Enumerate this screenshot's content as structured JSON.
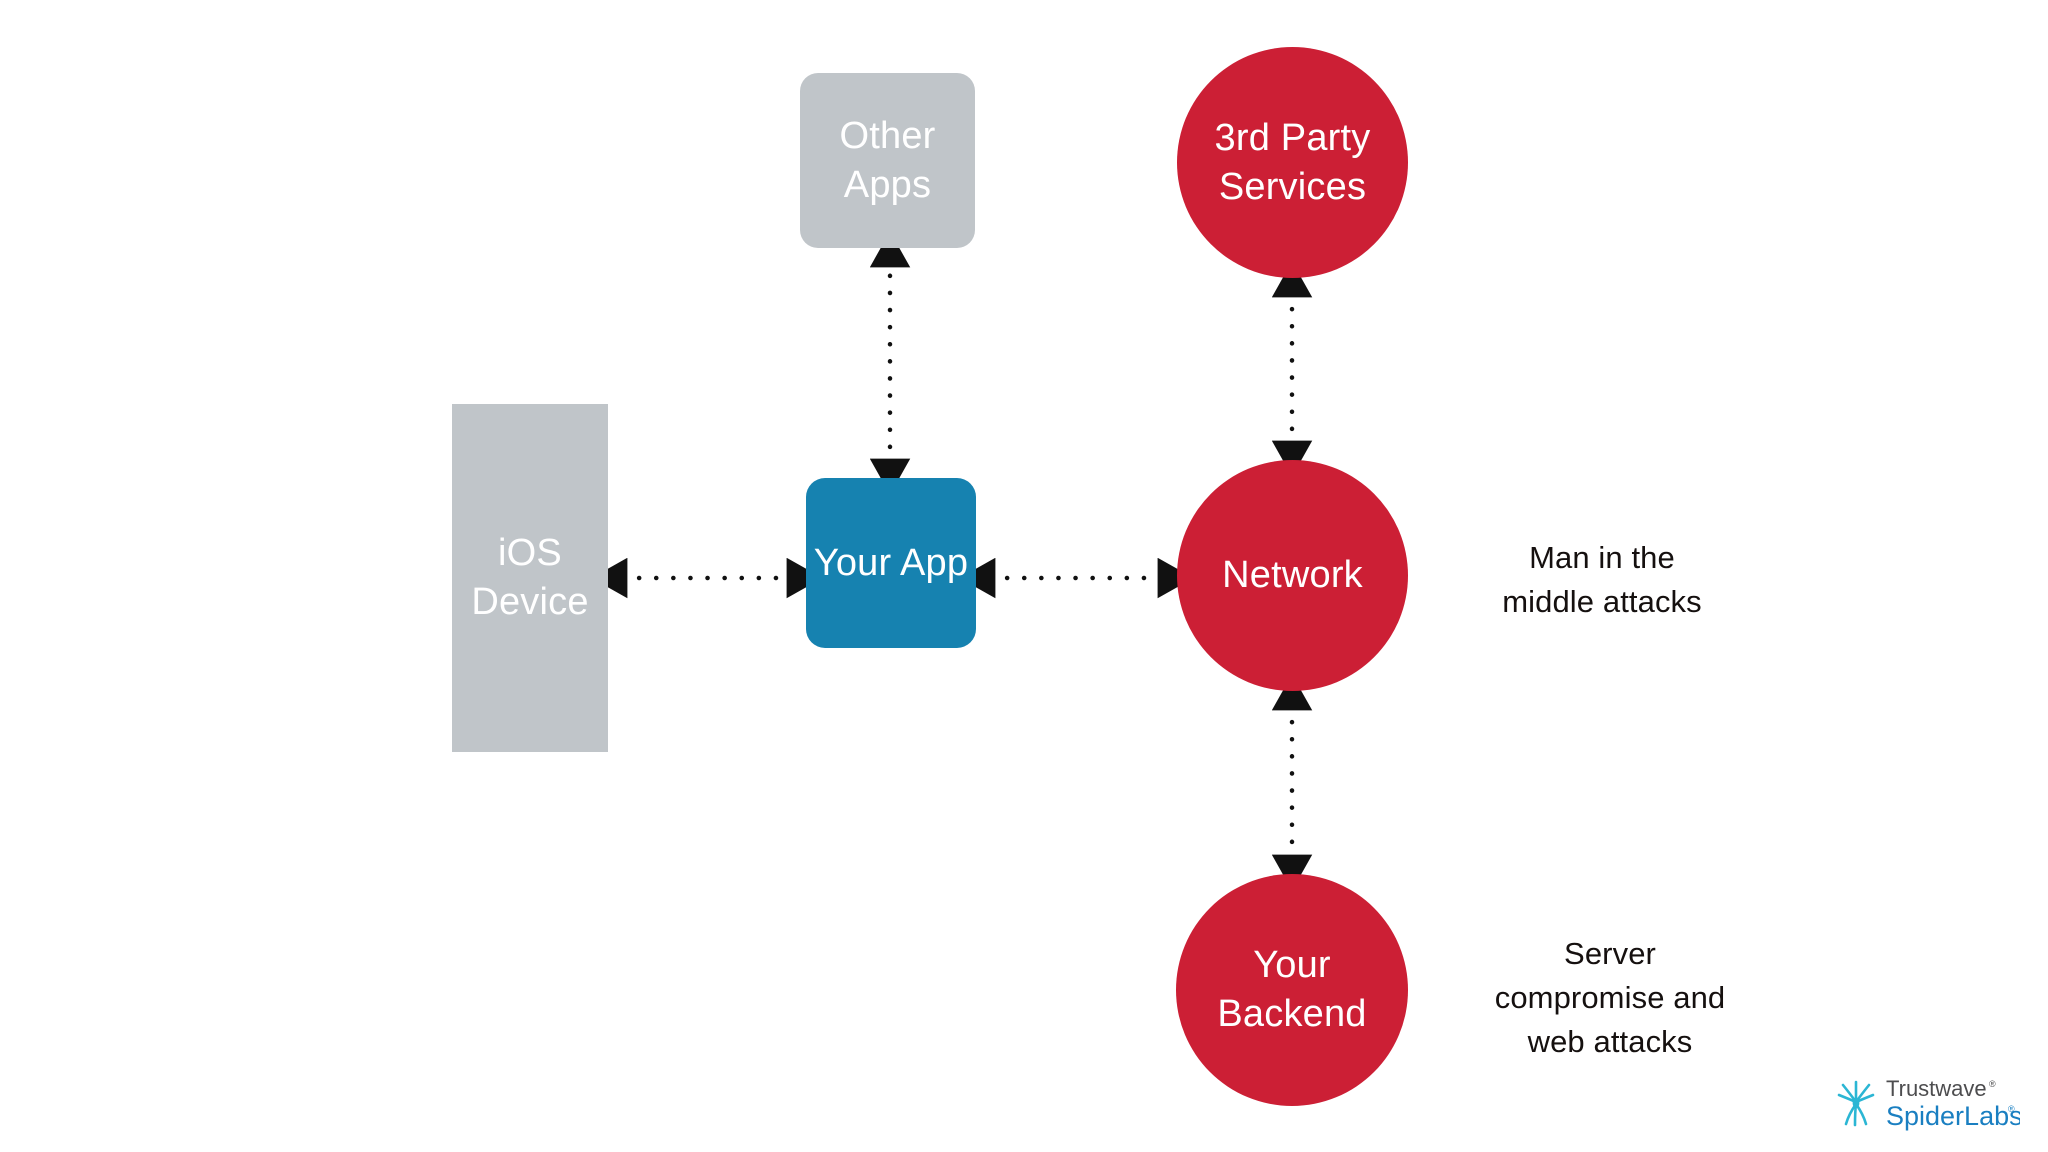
{
  "diagram": {
    "nodes": {
      "ios_device": {
        "label": "iOS\nDevice",
        "color": "#c0c5c9",
        "shape": "rectangle"
      },
      "other_apps": {
        "label": "Other\nApps",
        "color": "#c0c5c9",
        "shape": "rounded-rectangle"
      },
      "your_app": {
        "label": "Your App",
        "color": "#1682b0",
        "shape": "rounded-rectangle"
      },
      "third_party_services": {
        "label": "3rd Party\nServices",
        "color": "#cc1f35",
        "shape": "circle"
      },
      "network": {
        "label": "Network",
        "color": "#cc1f35",
        "shape": "circle"
      },
      "your_backend": {
        "label": "Your\nBackend",
        "color": "#cc1f35",
        "shape": "circle"
      }
    },
    "annotations": {
      "mitm": "Man in the\nmiddle attacks",
      "server": "Server\ncompromise and\nweb attacks"
    },
    "connectors": [
      {
        "from": "ios_device",
        "to": "your_app",
        "style": "dotted",
        "arrows": "both",
        "orientation": "horizontal"
      },
      {
        "from": "your_app",
        "to": "other_apps",
        "style": "dotted",
        "arrows": "both",
        "orientation": "vertical"
      },
      {
        "from": "your_app",
        "to": "network",
        "style": "dotted",
        "arrows": "both",
        "orientation": "horizontal"
      },
      {
        "from": "network",
        "to": "third_party_services",
        "style": "dotted",
        "arrows": "both",
        "orientation": "vertical"
      },
      {
        "from": "network",
        "to": "your_backend",
        "style": "dotted",
        "arrows": "both",
        "orientation": "vertical"
      }
    ],
    "background_color": "#ffffff",
    "text_color": "#15100f"
  },
  "logo": {
    "top_word": "Trustwave",
    "bottom_word": "SpiderLabs",
    "registered_mark": "®",
    "top_color": "#4d4d4f",
    "bottom_color": "#1a7fc1",
    "mark_color": "#2bb6d4"
  }
}
